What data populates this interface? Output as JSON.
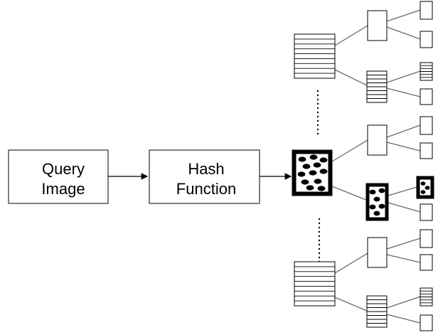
{
  "query_box": {
    "line1": "Query",
    "line2": "Image"
  },
  "hash_box": {
    "line1": "Hash",
    "line2": "Function"
  },
  "ellipsis_marker": "⋮",
  "colors": {
    "line": "#6a6a6a",
    "stroke": "#000000",
    "highlight_fill": "#000000",
    "background": "#ffffff"
  },
  "node_kinds": [
    "text-box",
    "striped-bucket",
    "empty-box",
    "highlighted-bucket"
  ]
}
